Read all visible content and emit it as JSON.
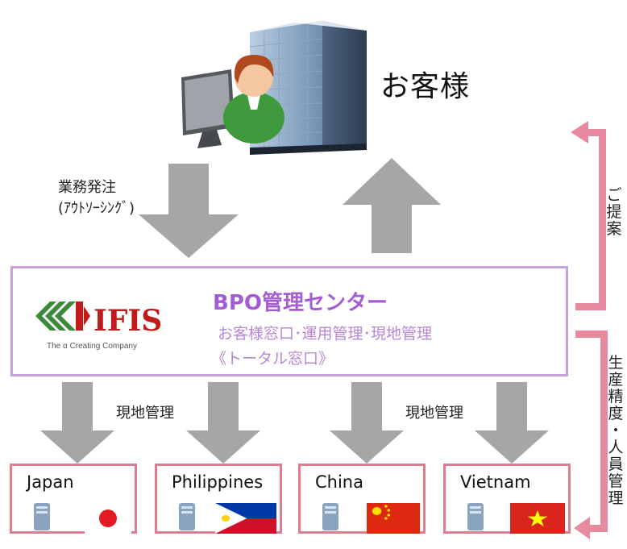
{
  "customer": {
    "label": "お客様"
  },
  "order": {
    "line1": "業務発注",
    "line2": "(ｱｳﾄｿｰｼﾝｸﾞ)"
  },
  "center": {
    "logo_text": "IFIS",
    "logo_tagline": "The α Creating Company",
    "title": "BPO管理センター",
    "sub1": "お客様窓口･運用管理･現地管理",
    "sub2": "《トータル窓口》"
  },
  "local_management": [
    "現地管理",
    "現地管理"
  ],
  "countries": [
    {
      "name": "Japan",
      "flag": "japan-flag-icon"
    },
    {
      "name": "Philippines",
      "flag": "philippines-flag-icon"
    },
    {
      "name": "China",
      "flag": "china-flag-icon"
    },
    {
      "name": "Vietnam",
      "flag": "vietnam-flag-icon"
    }
  ],
  "right_labels": {
    "proposal": [
      "ご",
      "提",
      "案"
    ],
    "production": [
      "生",
      "産",
      "精",
      "度",
      "・",
      "人",
      "員",
      "管",
      "理"
    ]
  },
  "colors": {
    "accent_purple": "#a35cd3",
    "box_border_purple": "#c7a1dc",
    "country_border_pink": "#dd7d8f",
    "bracket_pink": "#e88a9e",
    "arrow_gray": "#a6a6a6"
  }
}
